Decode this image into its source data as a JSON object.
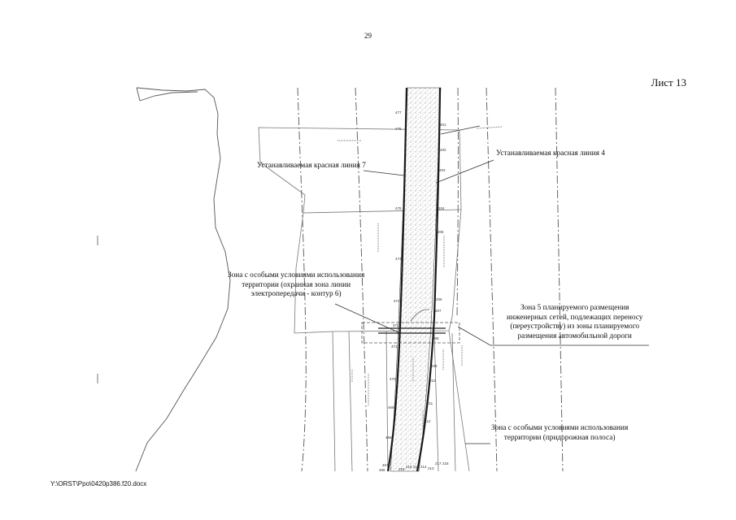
{
  "page": {
    "number": "29",
    "sheet": "Лист 13"
  },
  "footer": {
    "file_path": "Y:\\ORST\\Ppo\\0420p386.f20.docx"
  },
  "callouts": {
    "red_line_7": [
      "Устанавливаемая красная линия 7"
    ],
    "red_line_4": [
      "Устанавливаемая красная линия 4"
    ],
    "power_line_zone": [
      "Зона с особыми условиями использования",
      "территории (охранная зона линии",
      "электропередачи - контур 6)"
    ],
    "relocation_zone": [
      "Зона 5 планируемого размещения",
      "инженерных сетей, подлежащих переносу",
      "(переустройству) из зоны планируемого",
      "размещения автомобильной дороги"
    ],
    "roadside_zone": [
      "Зона с особыми условиями использования",
      "территории (придорожная полоса)"
    ]
  },
  "point_labels": {
    "left_line": [
      "477",
      "476",
      "475",
      "474",
      "473",
      "472",
      "471",
      "470",
      "469",
      "468",
      "467",
      "466"
    ],
    "right_line": [
      "201",
      "202",
      "203",
      "204",
      "205",
      "206",
      "207",
      "208",
      "209",
      "210",
      "211",
      "212"
    ],
    "bottom_row": [
      "219",
      "216",
      "215",
      "214",
      "213",
      "217",
      "218"
    ]
  },
  "colors": {
    "ink": "#1a1a1a",
    "light_ink": "#777777",
    "stipple": "#555555"
  }
}
